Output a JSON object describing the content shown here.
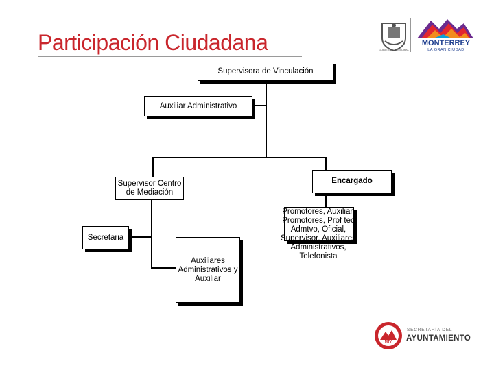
{
  "header": {
    "title": "Participación Ciudadana",
    "gov_label": "GOBIERNO MUNICIPAL",
    "brand_name": "MONTERREY",
    "brand_tagline": "LA GRAN CIUDAD"
  },
  "org_chart": {
    "supervisora": "Supervisora de Vinculación",
    "auxiliar_admin": "Auxiliar Administrativo",
    "supervisor_centro": "Supervisor Centro de Mediación",
    "encargado": "Encargado",
    "secretaria": "Secretaria",
    "auxiliares": "Auxiliares Administrativos y Auxiliar",
    "promotores": "Promotores, Auxiliar, Promotores, Prof tec Admtvo, Oficial, Supervisor, Auxiliares Administrativos, Telefonista"
  },
  "footer": {
    "badge_text": "MTY",
    "secretaria_label": "SECRETARÍA DEL",
    "ayuntamiento": "AYUNTAMIENTO"
  },
  "colors": {
    "title": "#c9262c",
    "brand_blue": "#1f3f8f"
  }
}
